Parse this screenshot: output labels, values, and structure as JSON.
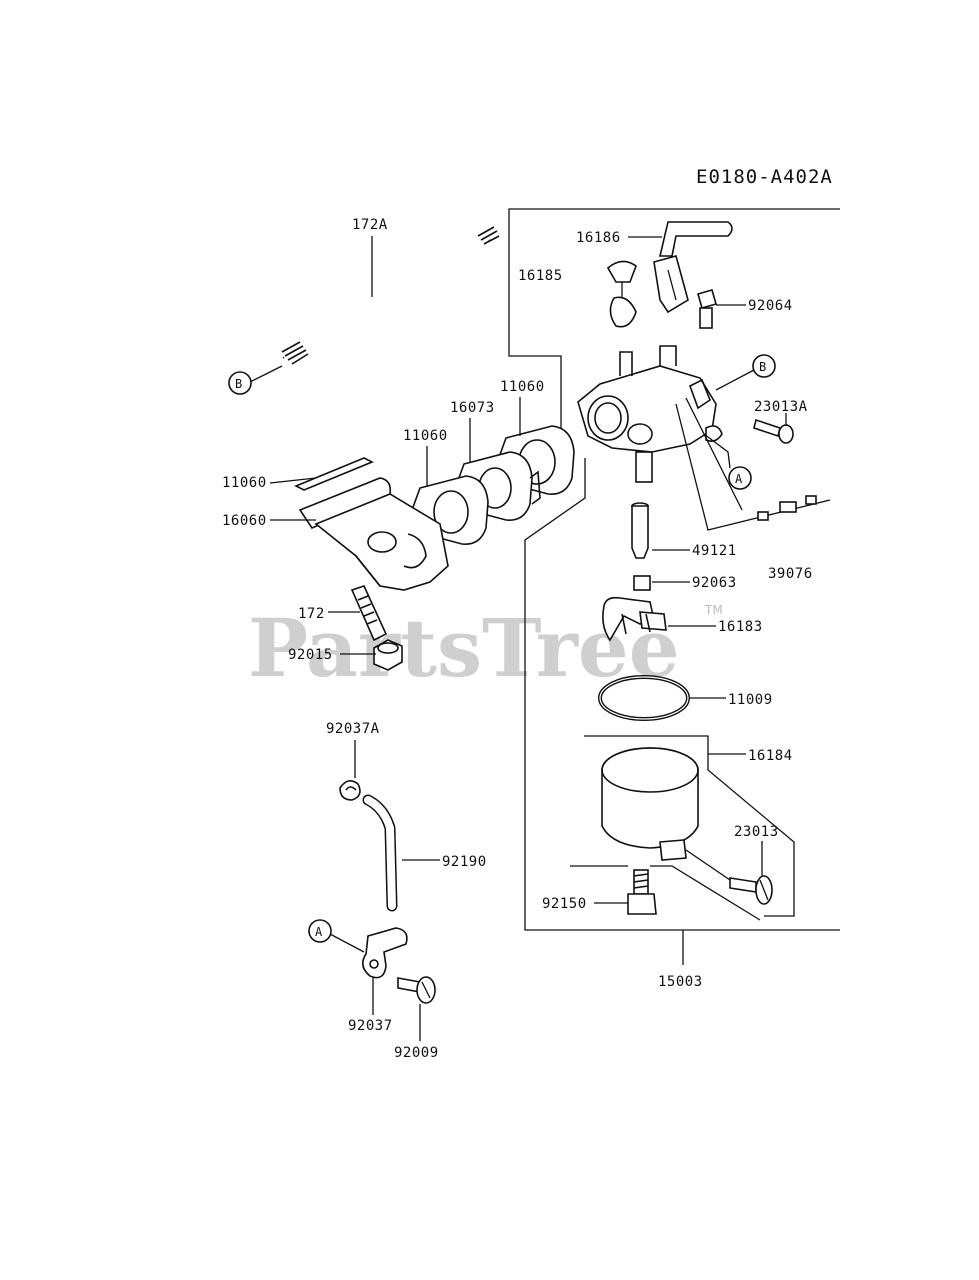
{
  "diagram_code": "E0180-A402A",
  "watermark": "PartsTree",
  "watermark_mark": "TM",
  "refs": {
    "b_upper": "B",
    "b_lower": "B",
    "a_carb": "A",
    "a_bracket": "A"
  },
  "labels": {
    "p172A": "172A",
    "p16186": "16186",
    "p16185": "16185",
    "p92064": "92064",
    "p11060_top": "11060",
    "p16073": "16073",
    "p11060_mid": "11060",
    "p23013A": "23013A",
    "p11060_left": "11060",
    "p16060": "16060",
    "p49121": "49121",
    "p39076": "39076",
    "p92063": "92063",
    "p172": "172",
    "p16183": "16183",
    "p92015": "92015",
    "p11009": "11009",
    "p92037A": "92037A",
    "p16184": "16184",
    "p23013": "23013",
    "p92190": "92190",
    "p92150": "92150",
    "p15003": "15003",
    "p92037": "92037",
    "p92009": "92009"
  }
}
